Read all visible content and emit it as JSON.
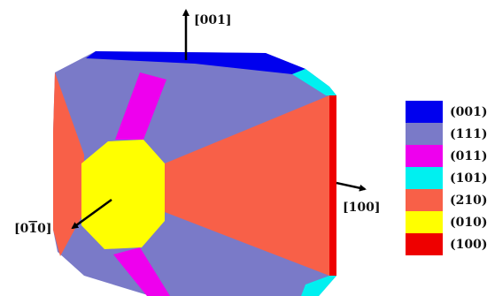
{
  "facets": {
    "f001": {
      "label": "(001)",
      "color": "#0000ee"
    },
    "f111": {
      "label": "(111)",
      "color": "#7a7ac8"
    },
    "f011": {
      "label": "(011)",
      "color": "#ee00ee"
    },
    "f101": {
      "label": "(101)",
      "color": "#00f0f0"
    },
    "f210": {
      "label": "(210)",
      "color": "#f86048"
    },
    "f010": {
      "label": "(010)",
      "color": "#ffff00"
    },
    "f100": {
      "label": "(100)",
      "color": "#ee0000"
    }
  },
  "legend": [
    {
      "key": "f001",
      "label": "(001)",
      "color": "#0000ee"
    },
    {
      "key": "f111",
      "label": "(111)",
      "color": "#7a7ac8"
    },
    {
      "key": "f011",
      "label": "(011)",
      "color": "#ee00ee"
    },
    {
      "key": "f101",
      "label": "(101)",
      "color": "#00f0f0"
    },
    {
      "key": "f210",
      "label": "(210)",
      "color": "#f86048"
    },
    {
      "key": "f010",
      "label": "(010)",
      "color": "#ffff00"
    },
    {
      "key": "f100",
      "label": "(100)",
      "color": "#ee0000"
    }
  ],
  "directions": {
    "d001": "[001]",
    "d100": "[100]",
    "d0m10_prefix": "[0",
    "d0m10_bar": "1",
    "d0m10_suffix": "0]"
  }
}
